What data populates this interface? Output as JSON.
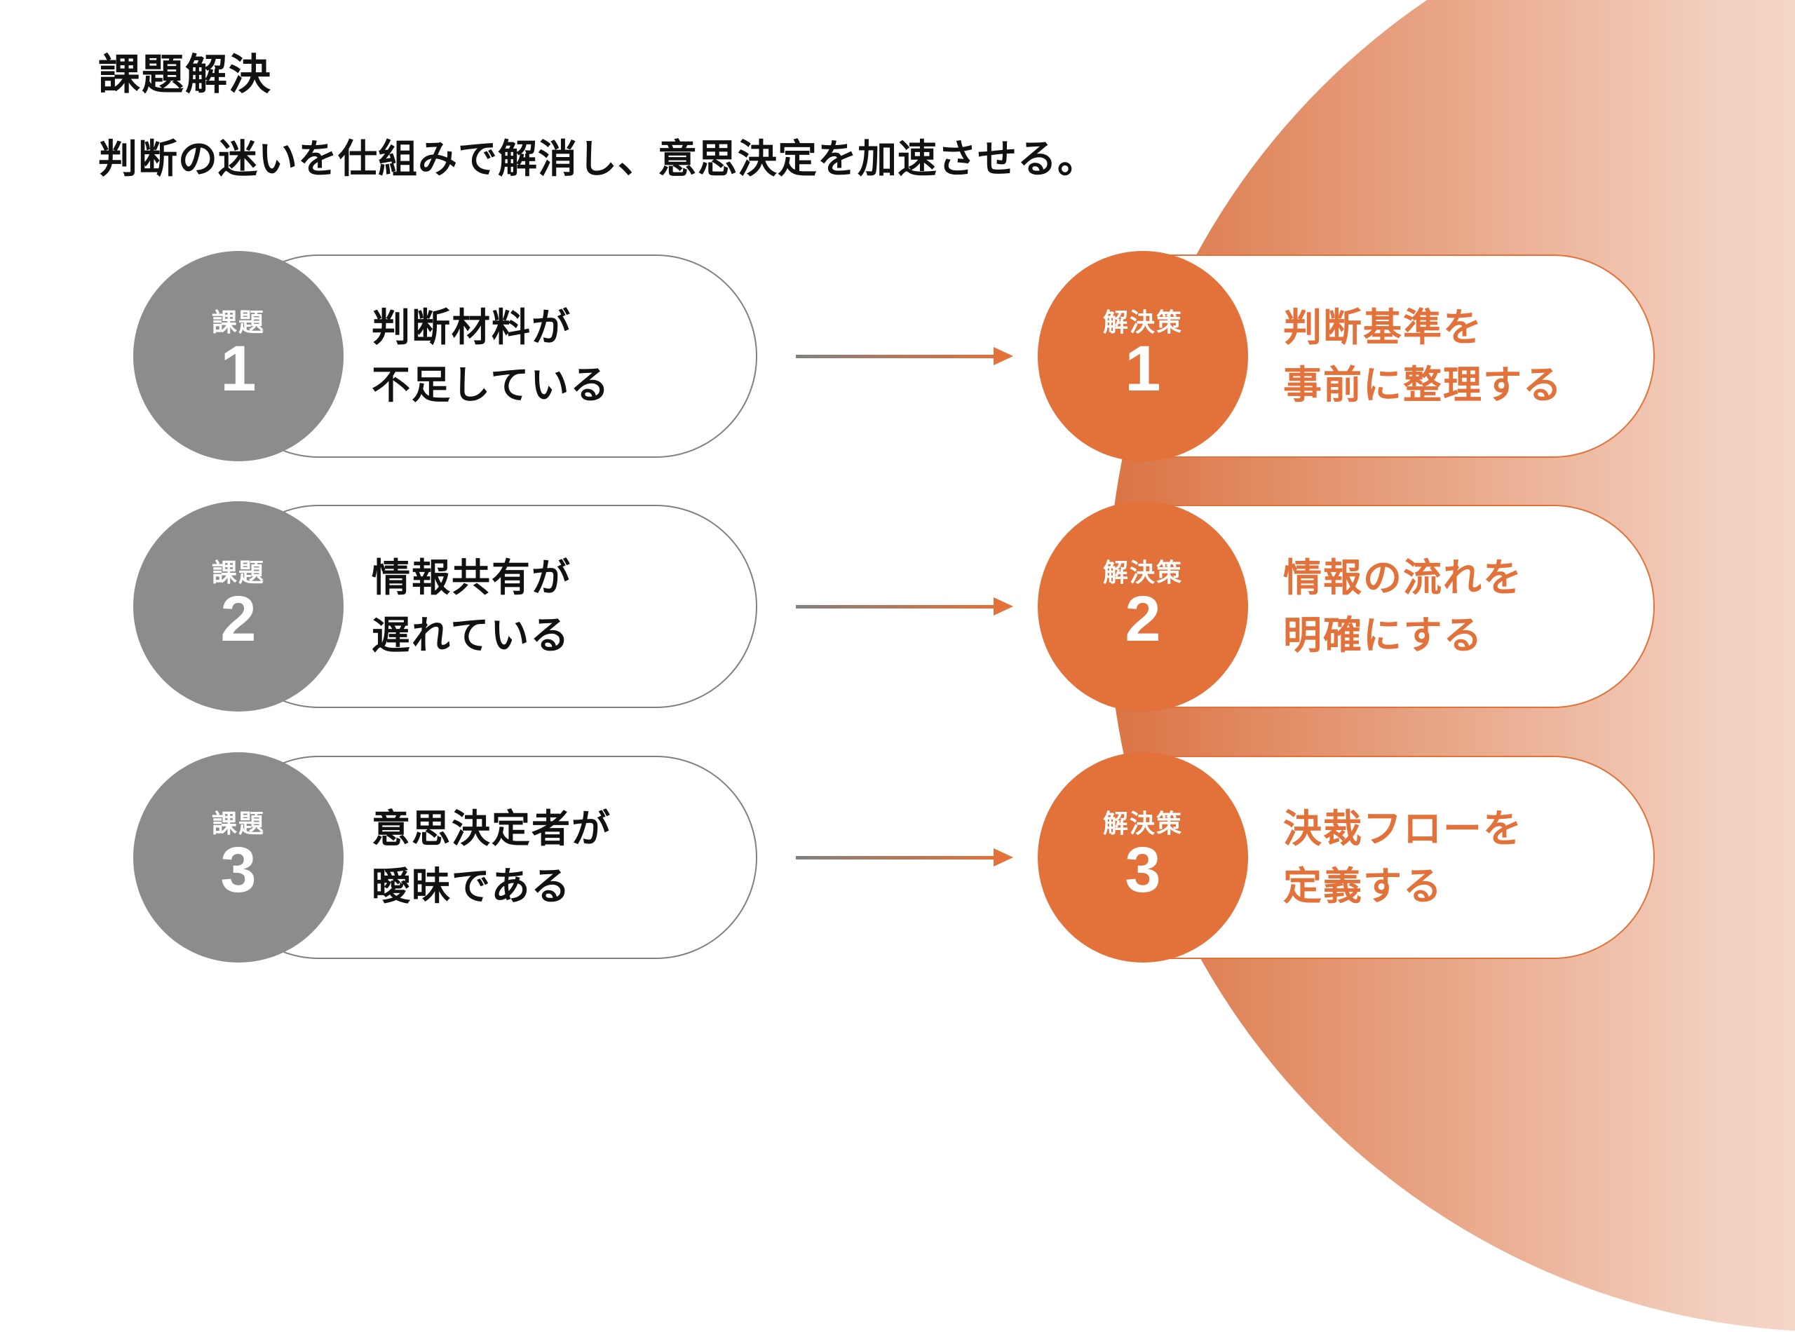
{
  "title": "課題解決",
  "subtitle": "判断の迷いを仕組みで解消し、意思決定を加速させる。",
  "colors": {
    "orange": "#E2713A",
    "gray_badge": "#8C8C8C",
    "pill_border_gray": "#808080",
    "text_black": "#111111",
    "blob_gradient_start": "#DB7342",
    "blob_gradient_mid": "#F3D0C0",
    "blob_gradient_end": "#F9E6DC",
    "background": "#FFFFFF"
  },
  "rows": [
    {
      "problem": {
        "badge_label": "課題",
        "badge_number": "1",
        "line1": "判断材料が",
        "line2": "不足している"
      },
      "solution": {
        "badge_label": "解決策",
        "badge_number": "1",
        "line1": "判断基準を",
        "line2": "事前に整理する"
      }
    },
    {
      "problem": {
        "badge_label": "課題",
        "badge_number": "2",
        "line1": "情報共有が",
        "line2": "遅れている"
      },
      "solution": {
        "badge_label": "解決策",
        "badge_number": "2",
        "line1": "情報の流れを",
        "line2": "明確にする"
      }
    },
    {
      "problem": {
        "badge_label": "課題",
        "badge_number": "3",
        "line1": "意思決定者が",
        "line2": "曖昧である"
      },
      "solution": {
        "badge_label": "解決策",
        "badge_number": "3",
        "line1": "決裁フローを",
        "line2": "定義する"
      }
    }
  ]
}
